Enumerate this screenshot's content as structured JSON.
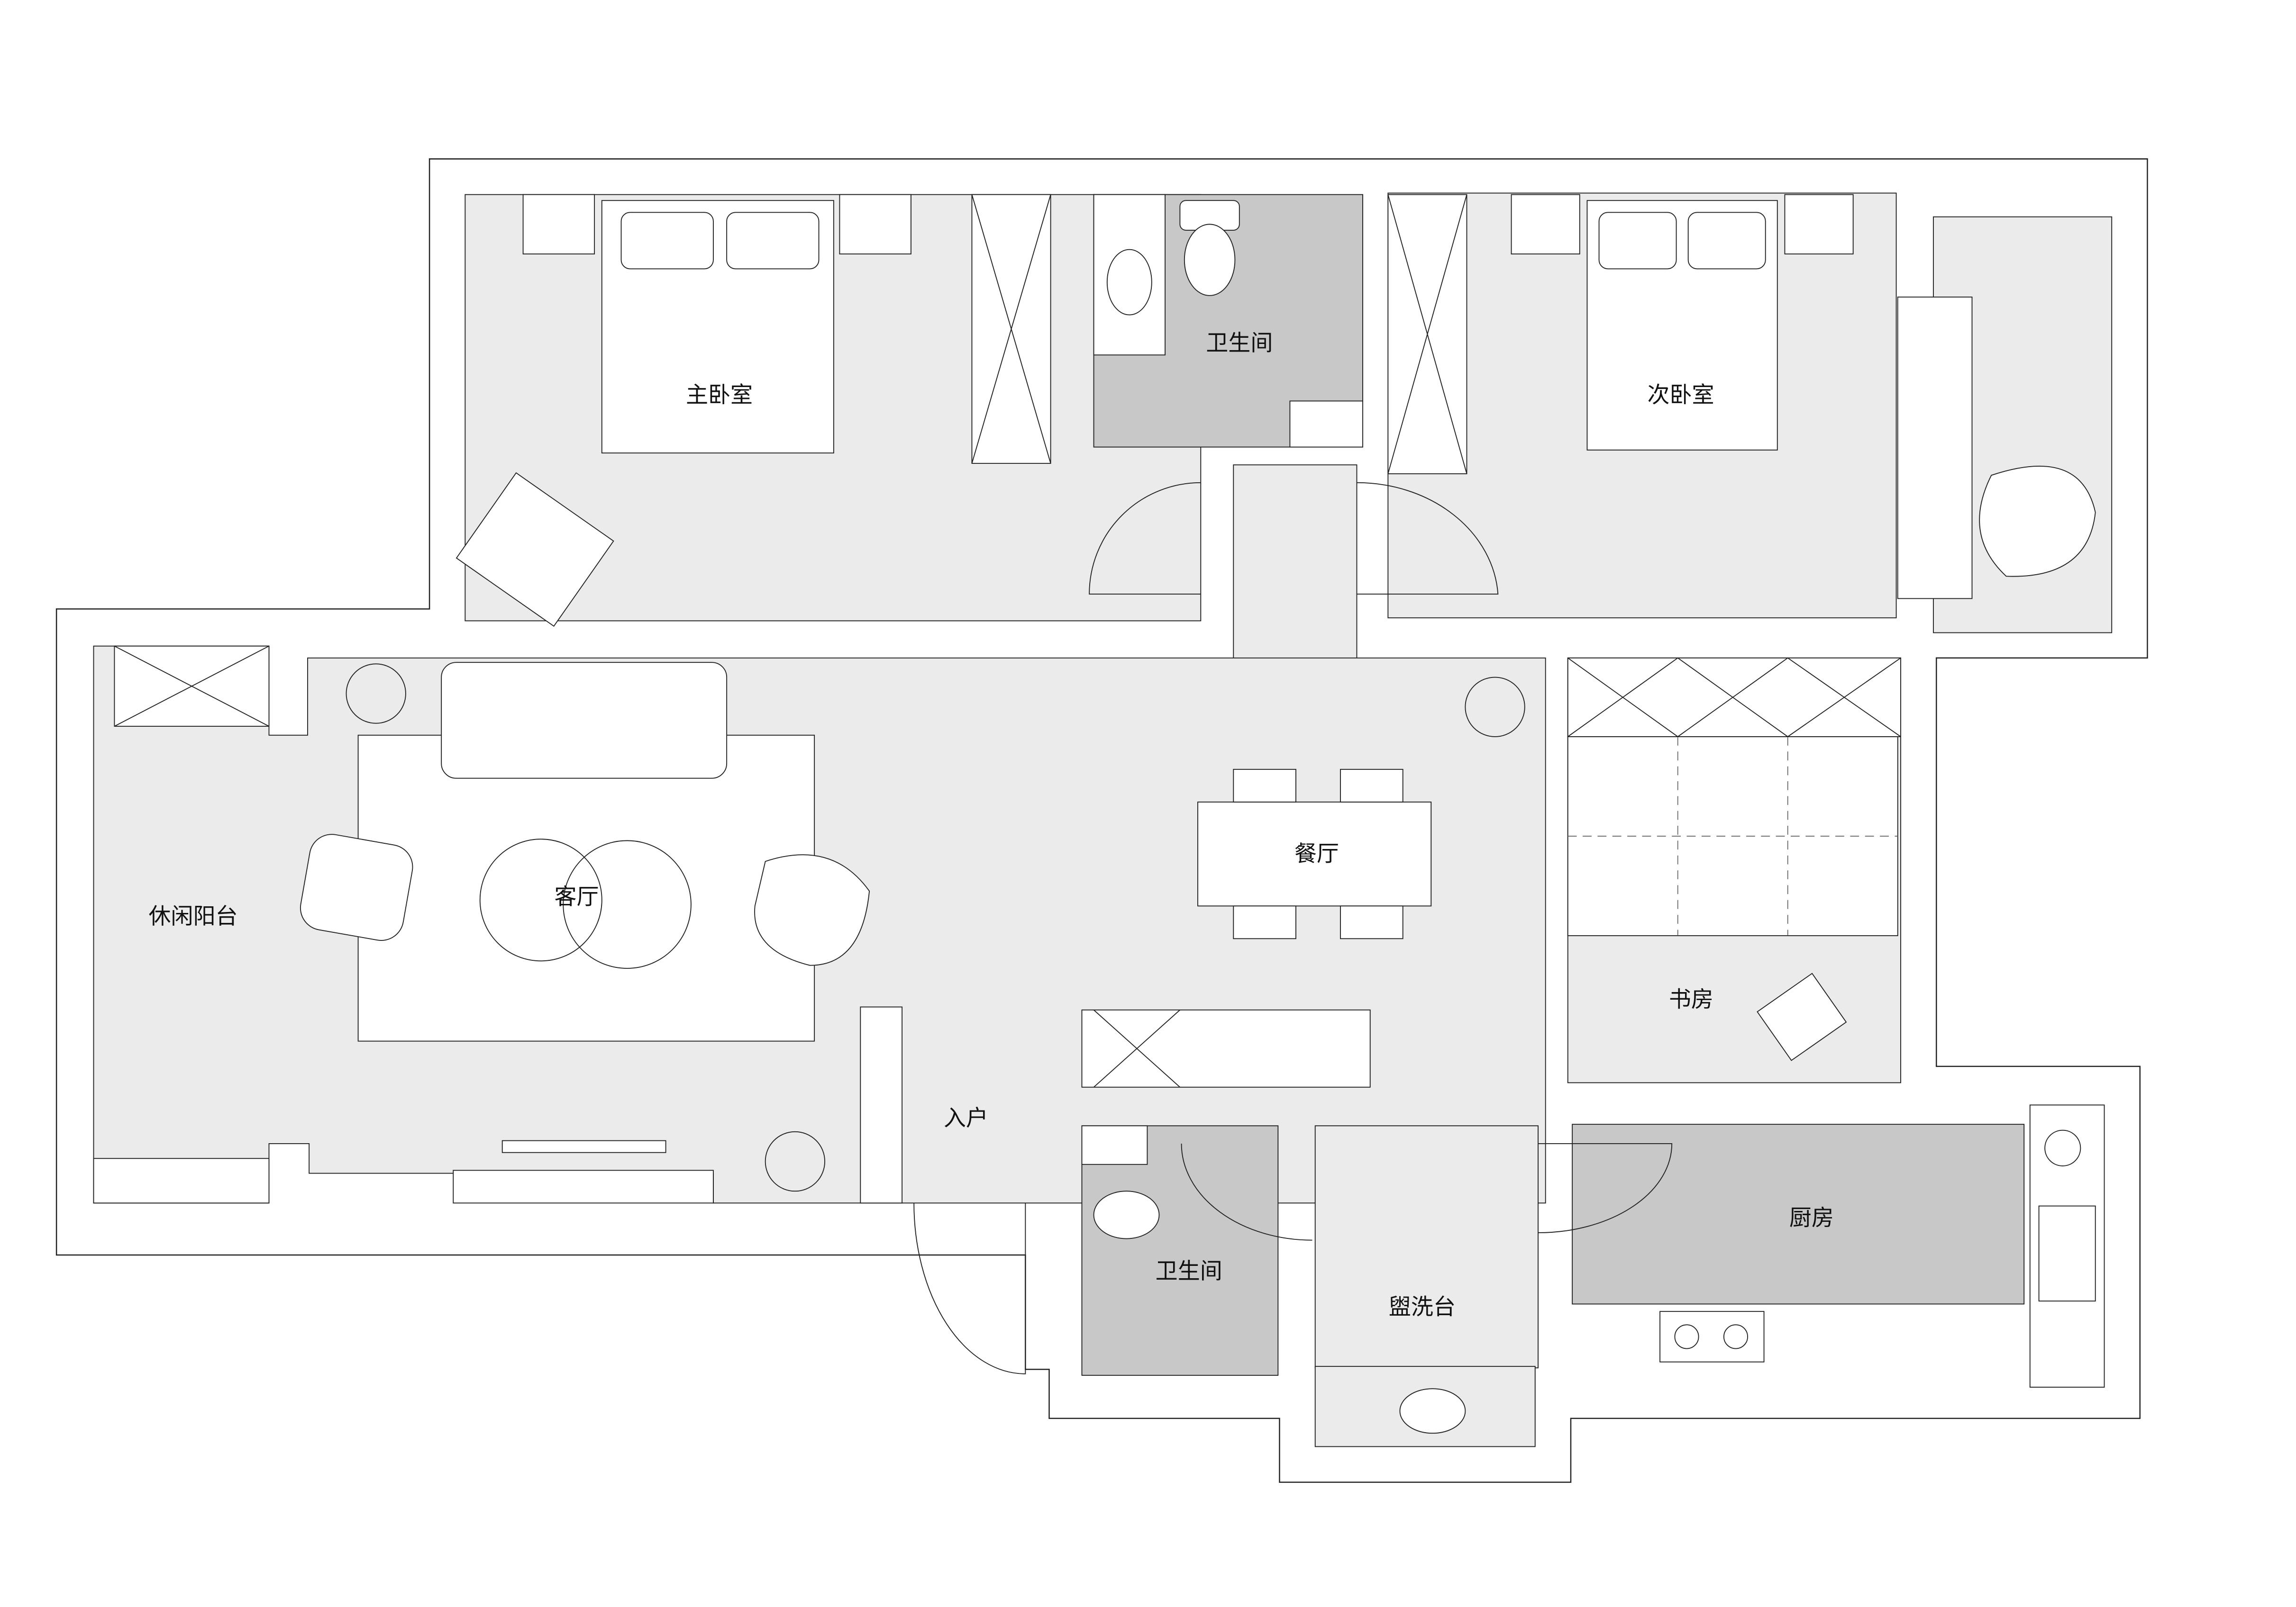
{
  "rooms": {
    "master_bedroom": "主卧室",
    "bathroom_top": "卫生间",
    "second_bedroom": "次卧室",
    "leisure_balcony": "休闲阳台",
    "living_room": "客厅",
    "dining_room": "餐厅",
    "study": "书房",
    "entrance": "入户",
    "bathroom_bottom": "卫生间",
    "wash_area": "盥洗台",
    "kitchen": "厨房"
  },
  "colors": {
    "dry_floor": "#ebebeb",
    "wet_floor": "#c8c8c8",
    "wall": "#ffffff",
    "line": "#222222"
  }
}
